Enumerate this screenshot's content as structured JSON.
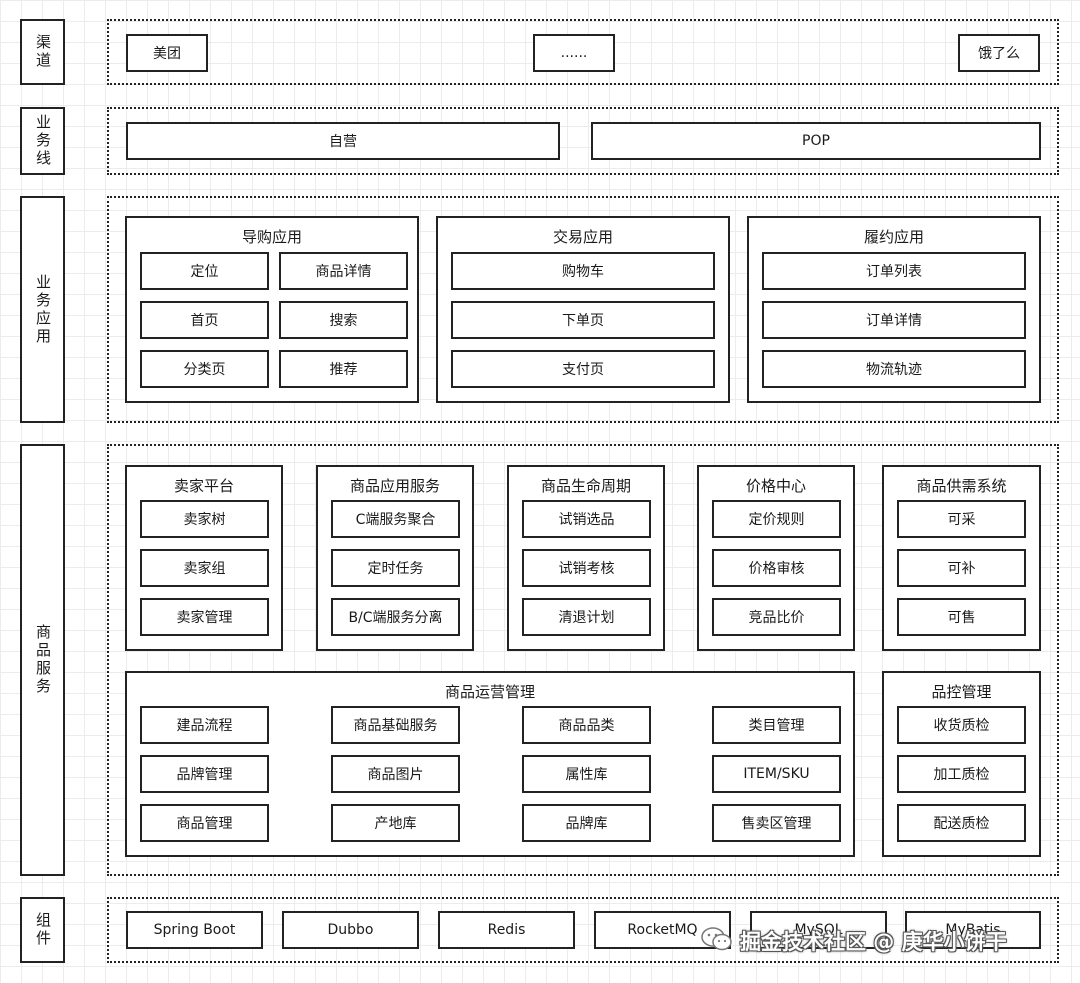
{
  "layers": {
    "channel": "渠道",
    "business_line": "业务线",
    "business_app": "业务应用",
    "product_service": "商品服务",
    "component": "组件"
  },
  "channel": {
    "meituan": "美团",
    "ellipsis": "......",
    "eleme": "饿了么"
  },
  "business_line": {
    "self_run": "自营",
    "pop": "POP"
  },
  "apps": {
    "guide": {
      "title": "导购应用",
      "items": [
        "定位",
        "商品详情",
        "首页",
        "搜索",
        "分类页",
        "推荐"
      ]
    },
    "trade": {
      "title": "交易应用",
      "items": [
        "购物车",
        "下单页",
        "支付页"
      ]
    },
    "fulfill": {
      "title": "履约应用",
      "items": [
        "订单列表",
        "订单详情",
        "物流轨迹"
      ]
    }
  },
  "services": {
    "seller": {
      "title": "卖家平台",
      "items": [
        "卖家树",
        "卖家组",
        "卖家管理"
      ]
    },
    "app_service": {
      "title": "商品应用服务",
      "items": [
        "C端服务聚合",
        "定时任务",
        "B/C端服务分离"
      ]
    },
    "lifecycle": {
      "title": "商品生命周期",
      "items": [
        "试销选品",
        "试销考核",
        "清退计划"
      ]
    },
    "price": {
      "title": "价格中心",
      "items": [
        "定价规则",
        "价格审核",
        "竞品比价"
      ]
    },
    "supply": {
      "title": "商品供需系统",
      "items": [
        "可采",
        "可补",
        "可售"
      ]
    },
    "ops": {
      "title": "商品运营管理",
      "items": [
        "建品流程",
        "商品基础服务",
        "商品品类",
        "类目管理",
        "品牌管理",
        "商品图片",
        "属性库",
        "ITEM/SKU",
        "商品管理",
        "产地库",
        "品牌库",
        "售卖区管理"
      ]
    },
    "quality": {
      "title": "品控管理",
      "items": [
        "收货质检",
        "加工质检",
        "配送质检"
      ]
    }
  },
  "components": [
    "Spring Boot",
    "Dubbo",
    "Redis",
    "RocketMQ",
    "MySQL",
    "MyBatis"
  ],
  "watermark": {
    "text": "掘金技术社区 @ 庚华小饼干",
    "icon": "wechat-icon"
  }
}
